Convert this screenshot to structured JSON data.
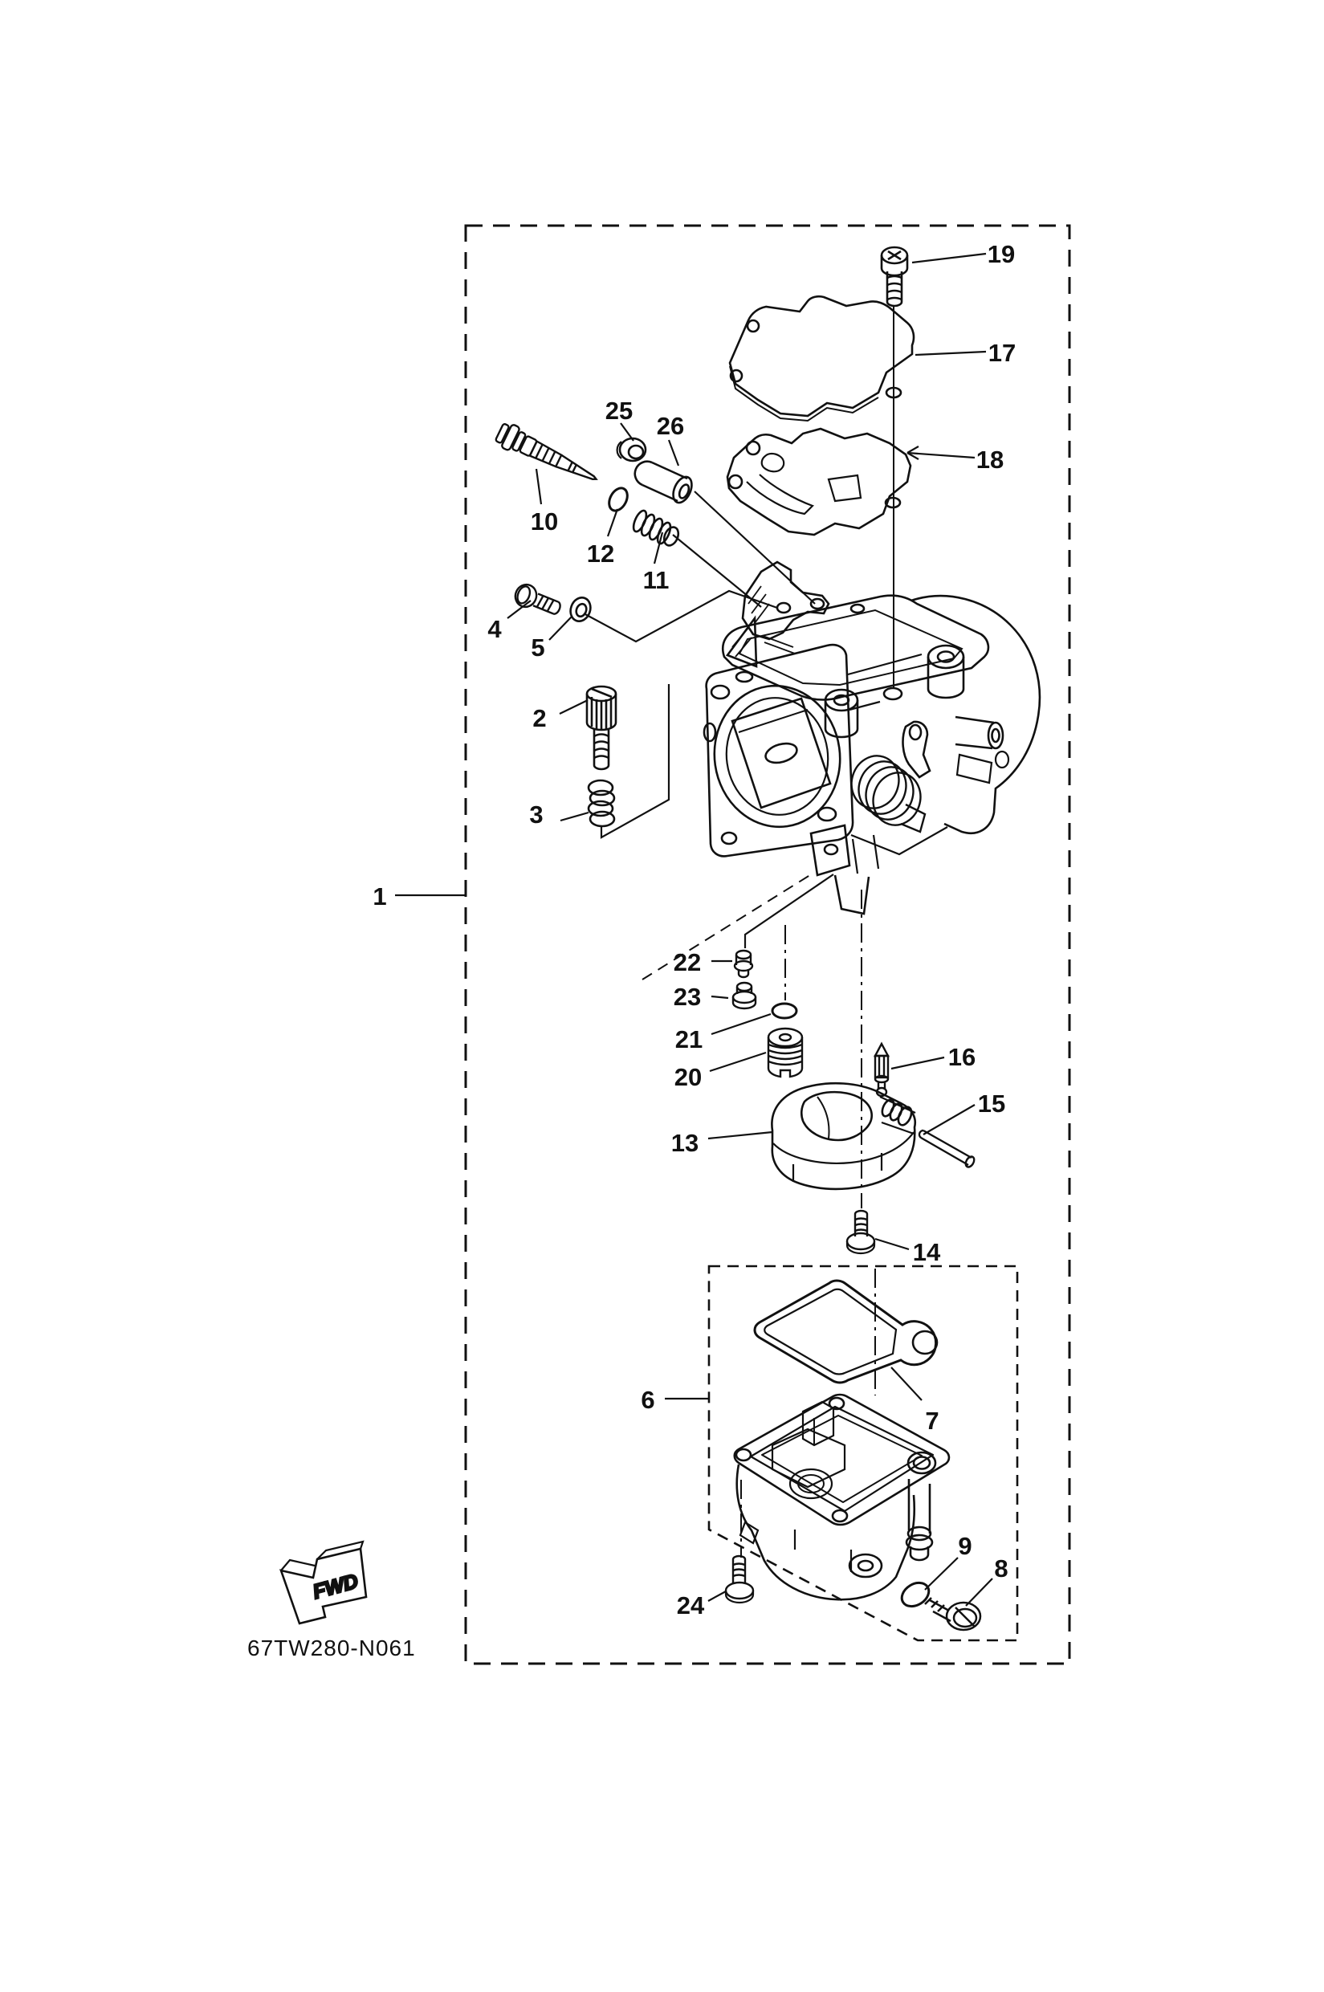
{
  "figure": {
    "drawing_code": "67TW280-N061",
    "fwd_label": "FWD"
  },
  "callouts": {
    "n1": "1",
    "n2": "2",
    "n3": "3",
    "n4": "4",
    "n5": "5",
    "n6": "6",
    "n7": "7",
    "n8": "8",
    "n9": "9",
    "n10": "10",
    "n11": "11",
    "n12": "12",
    "n13": "13",
    "n14": "14",
    "n15": "15",
    "n16": "16",
    "n17": "17",
    "n18": "18",
    "n19": "19",
    "n20": "20",
    "n21": "21",
    "n22": "22",
    "n23": "23",
    "n24": "24",
    "n25": "25",
    "n26": "26"
  }
}
